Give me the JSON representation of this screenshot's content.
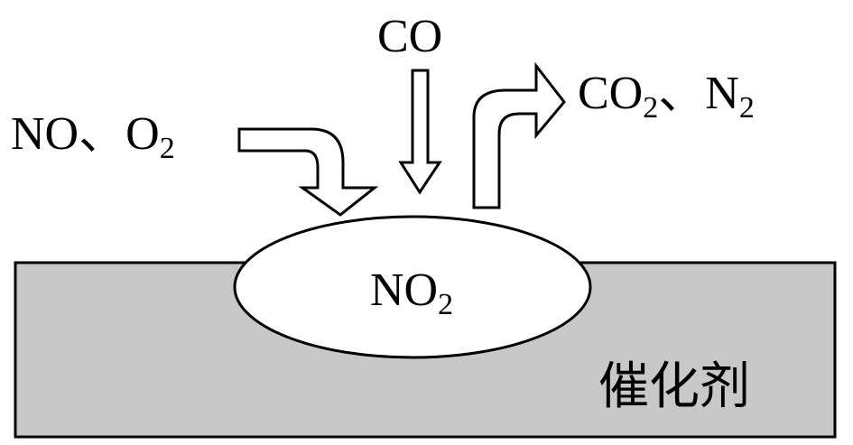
{
  "labels": {
    "reactants": {
      "no": "NO",
      "separator": "、",
      "o": "O",
      "o_sub": "2"
    },
    "co": "CO",
    "products": {
      "co": "CO",
      "co_sub": "2",
      "separator": "、",
      "n": "N",
      "n_sub": "2"
    },
    "adsorbed": {
      "no": "NO",
      "no_sub": "2"
    },
    "catalyst": "催化剂"
  },
  "colors": {
    "catalyst_fill": "#c8c8c8",
    "outline": "#000000",
    "arrow_fill": "#ffffff",
    "background": "#ffffff"
  }
}
